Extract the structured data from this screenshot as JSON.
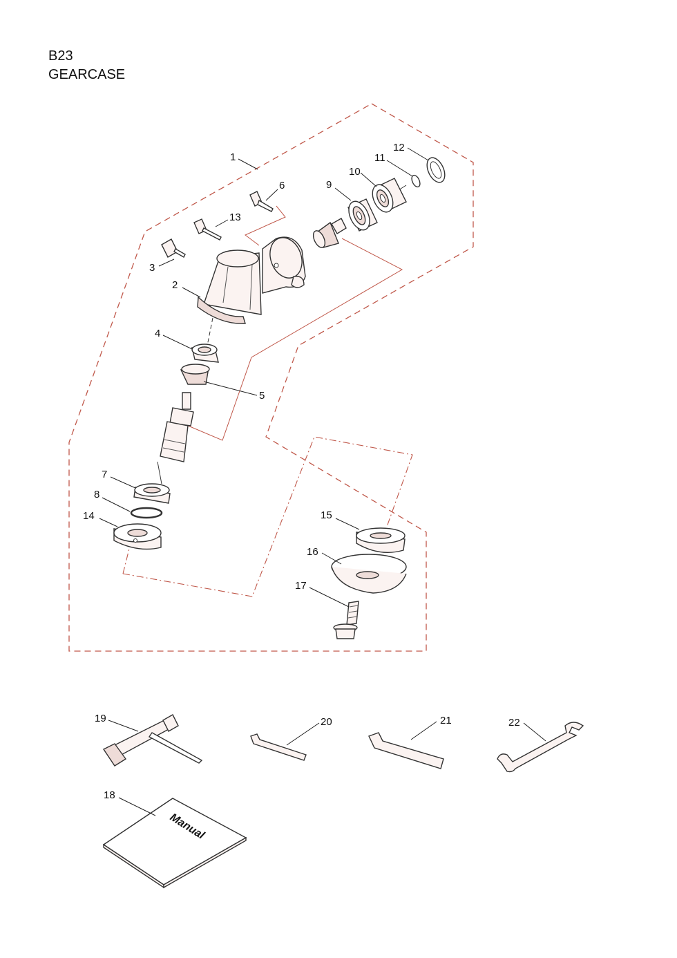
{
  "header": {
    "model": "B23",
    "section": "GEARCASE"
  },
  "colors": {
    "group_line": "#c0584a",
    "assembly_line": "#c0584a",
    "part_outline": "#333333",
    "part_fill": "#fbf3f1"
  },
  "callouts": {
    "c1": "1",
    "c2": "2",
    "c3": "3",
    "c4": "4",
    "c5": "5",
    "c6": "6",
    "c7": "7",
    "c8": "8",
    "c9": "9",
    "c10": "10",
    "c11": "11",
    "c12": "12",
    "c13": "13",
    "c14": "14",
    "c15": "15",
    "c16": "16",
    "c17": "17",
    "c18": "18",
    "c19": "19",
    "c20": "20",
    "c21": "21",
    "c22": "22"
  },
  "manual": {
    "cover_text": "Manual"
  }
}
